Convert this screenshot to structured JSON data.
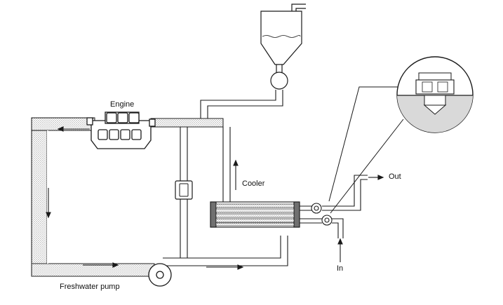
{
  "labels": {
    "engine": "Engine",
    "cooler": "Cooler",
    "out": "Out",
    "in": "In",
    "pump": "Freshwater pump"
  },
  "colors": {
    "stroke": "#1a1a1a",
    "pipe_fill": "#ffffff",
    "hatch": "#8c8c8c",
    "cooler_end": "#707070",
    "lens_bg": "#d9d9d9"
  }
}
